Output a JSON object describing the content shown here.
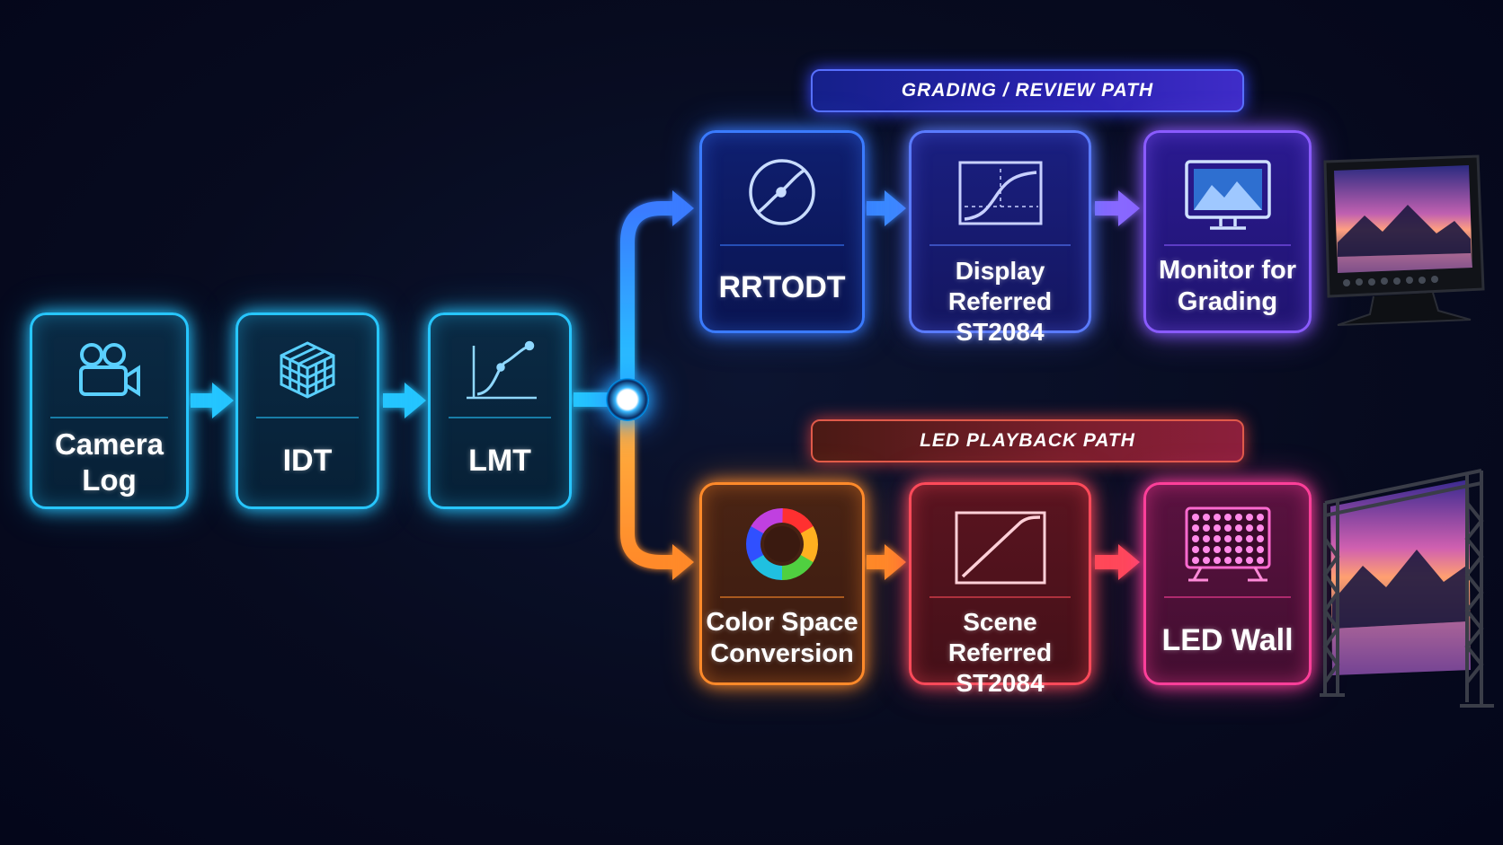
{
  "banners": {
    "grading": "GRADING / REVIEW PATH",
    "led": "LED PLAYBACK PATH"
  },
  "nodes": {
    "camera_log": {
      "label": "Camera\nLog",
      "icon": "video-camera-icon"
    },
    "idt": {
      "label": "IDT",
      "icon": "cube-lut-icon"
    },
    "lmt": {
      "label": "LMT",
      "icon": "tone-curve-icon"
    },
    "rrtodt": {
      "label": "RRTODT",
      "icon": "circle-curve-icon"
    },
    "display_referred": {
      "label": "Display Referred\nST2084",
      "icon": "s-curve-graph-icon"
    },
    "monitor": {
      "label": "Monitor for\nGrading",
      "icon": "monitor-icon"
    },
    "color_space": {
      "label": "Color Space\nConversion",
      "icon": "color-wheel-icon"
    },
    "scene_referred": {
      "label": "Scene Referred\nST2084",
      "icon": "linear-curve-graph-icon"
    },
    "led_wall": {
      "label": "LED Wall",
      "icon": "led-panel-icon"
    }
  },
  "colors": {
    "cyan": "#27c6ff",
    "blue": "#3a7bff",
    "violet": "#8a5bff",
    "orange": "#ff8a2a",
    "red": "#ff4a5a",
    "magenta": "#ff3f9a"
  }
}
